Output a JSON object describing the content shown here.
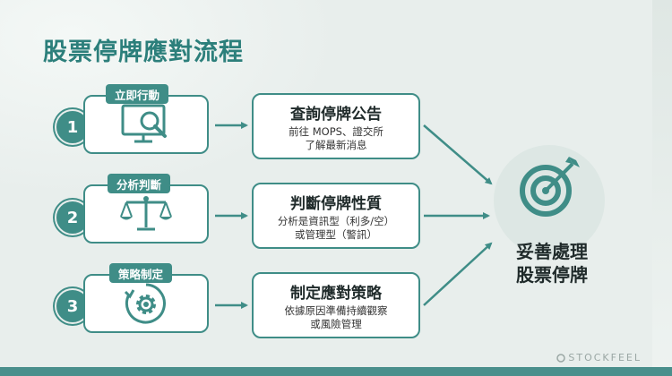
{
  "title": "股票停牌應對流程",
  "steps": [
    {
      "number": "1",
      "tag": "立即行動",
      "icon": "monitor-search-icon",
      "title": "查詢停牌公告",
      "desc_line1": "前往 MOPS、證交所",
      "desc_line2": "了解最新消息"
    },
    {
      "number": "2",
      "tag": "分析判斷",
      "icon": "balance-scale-icon",
      "title": "判斷停牌性質",
      "desc_line1": "分析是資訊型（利多/空）",
      "desc_line2": "或管理型（警訊）"
    },
    {
      "number": "3",
      "tag": "策略制定",
      "icon": "gear-cycle-icon",
      "title": "制定應對策略",
      "desc_line1": "依據原因準備持續觀察",
      "desc_line2": "或風險管理"
    }
  ],
  "goal": {
    "icon": "target-arrow-icon",
    "line1": "妥善處理",
    "line2": "股票停牌"
  },
  "brand": "STOCKFEEL",
  "colors": {
    "accent": "#3f8d87",
    "title": "#2c7f7b",
    "background": "#e8eeec"
  }
}
